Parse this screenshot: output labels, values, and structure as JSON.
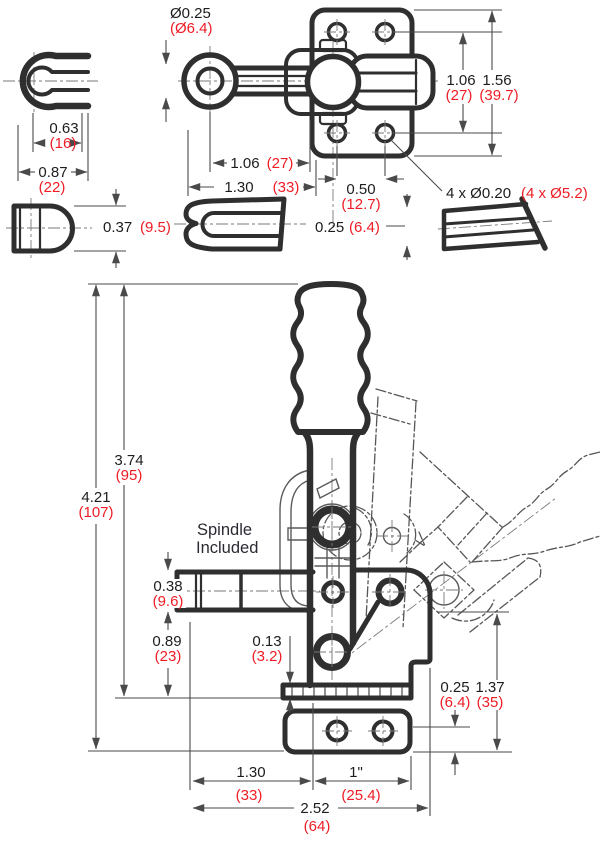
{
  "title": "Vertical toggle clamp dimension drawing",
  "colors": {
    "ink": "#2f2f2f",
    "dimension_lines": "#4a4a4a",
    "metric_red": "#ee1c25",
    "note_text": "#2a2a33"
  },
  "note": {
    "line1": "Spindle",
    "line2": "Included"
  },
  "views": {
    "u_holder_front": {
      "inner_width": {
        "in": "0.63",
        "mm": "(16)"
      },
      "outer_width": {
        "in": "0.87",
        "mm": "(22)"
      }
    },
    "top": {
      "spindle_dia": {
        "in": "Ø0.25",
        "mm": "(Ø6.4)"
      },
      "ring_to_plate": {
        "in": "1.06",
        "mm": "(27)"
      },
      "arm_reach": {
        "in": "1.30",
        "mm": "(33)"
      },
      "hole_pitch": {
        "in": "0.50",
        "mm": "(12.7)"
      },
      "hole_span": {
        "in": "1.06",
        "mm": "(27)"
      },
      "plate_length": {
        "in": "1.56",
        "mm": "(39.7)"
      },
      "mounting_holes": {
        "in": "4 x Ø0.20",
        "mm": "(4 x Ø5.2)"
      }
    },
    "spindle_side": {
      "thickness": {
        "in": "0.37",
        "mm": "(9.5)"
      }
    },
    "arm_edge": {
      "thickness": {
        "in": "0.25",
        "mm": "(6.4)"
      }
    },
    "front": {
      "handle_height": {
        "in": "3.74",
        "mm": "(95)"
      },
      "overall_height": {
        "in": "4.21",
        "mm": "(107)"
      },
      "bar_thickness": {
        "in": "0.38",
        "mm": "(9.6)"
      },
      "bar_to_base": {
        "in": "0.89",
        "mm": "(23)"
      },
      "serration": {
        "in": "0.13",
        "mm": "(3.2)"
      },
      "plate_thickness": {
        "in": "0.25",
        "mm": "(6.4)"
      },
      "base_height": {
        "in": "1.37",
        "mm": "(35)"
      },
      "foot_left": {
        "in": "1.30",
        "mm": "(33)"
      },
      "foot_right": {
        "in": "1\"",
        "mm": "(25.4)"
      },
      "foot_overall": {
        "in": "2.52",
        "mm": "(64)"
      }
    }
  }
}
